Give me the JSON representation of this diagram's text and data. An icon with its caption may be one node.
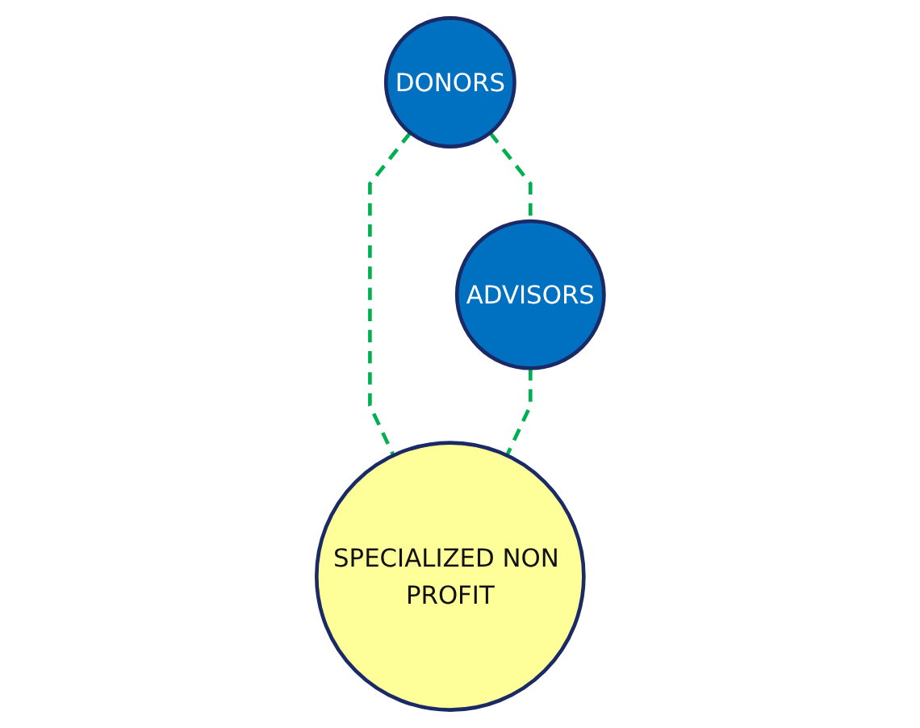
{
  "diagram": {
    "nodes": [
      {
        "text": [
          "DONORS"
        ]
      },
      {
        "text": [
          "ADVISORS"
        ]
      },
      {
        "text": [
          "SPECIALIZED NON PROFIT"
        ]
      }
    ],
    "edges": [
      {
        "from": 0,
        "to": 1,
        "arrow": "none",
        "style": "dashed",
        "color": "#00b050"
      },
      {
        "from": 0,
        "to": 2,
        "arrow": "none",
        "style": "dashed",
        "color": "#00b050"
      },
      {
        "from": 1,
        "to": 2,
        "arrow": "none",
        "style": "dashed",
        "color": "#00b050"
      }
    ]
  }
}
